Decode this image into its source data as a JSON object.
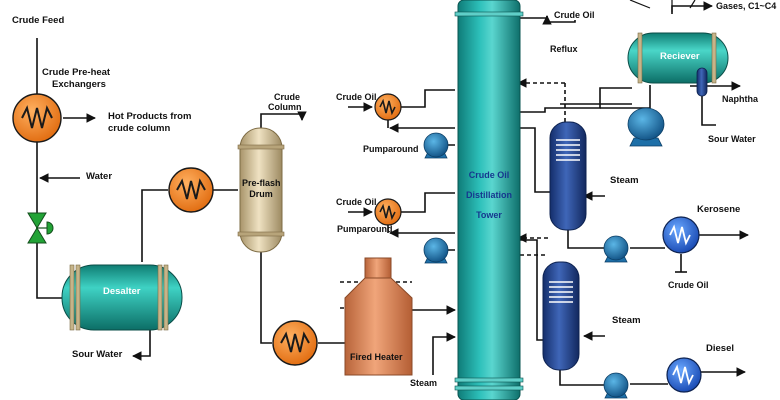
{
  "labels": {
    "crude_feed": "Crude Feed",
    "preheat_line1": "Crude Pre-heat",
    "preheat_line2": "Exchangers",
    "hot_products_line1": "Hot Products from",
    "hot_products_line2": "crude column",
    "water": "Water",
    "desalter": "Desalter",
    "sour_water_left": "Sour Water",
    "crude_column_line1": "Crude",
    "crude_column_line2": "Column",
    "preflash_line1": "Pre-flash",
    "preflash_line2": "Drum",
    "fired_heater": "Fired Heater",
    "steam_bottom": "Steam",
    "crude_oil_upper": "Crude Oil",
    "pumparound_upper": "Pumparound",
    "crude_oil_lower": "Crude Oil",
    "pumparound_lower": "Pumparound",
    "tower_line1": "Crude Oil",
    "tower_line2": "Distillation",
    "tower_line3": "Tower",
    "crude_oil_top": "Crude Oil",
    "reflux": "Reflux",
    "gases": "Gases, C1~C4",
    "receiver": "Reciever",
    "naphtha": "Naphtha",
    "sour_water_right": "Sour Water",
    "steam_stripper1": "Steam",
    "kerosene": "Kerosene",
    "crude_oil_kero": "Crude Oil",
    "steam_stripper2": "Steam",
    "diesel": "Diesel"
  },
  "colors": {
    "exchanger": "#f0831a",
    "tower": "#1fa5a0",
    "desalter": "#1aa396",
    "preflash": "#cbb78e",
    "heater": "#d8865a",
    "stripper": "#1f3f8a",
    "pump": "#1d6fa8",
    "product_exchanger": "#1e5fc8",
    "valve": "#22a336",
    "line": "#111111"
  },
  "icons": {
    "heat_exchanger": "heat-exchanger-icon",
    "pump": "pump-icon",
    "valve": "control-valve-icon"
  }
}
